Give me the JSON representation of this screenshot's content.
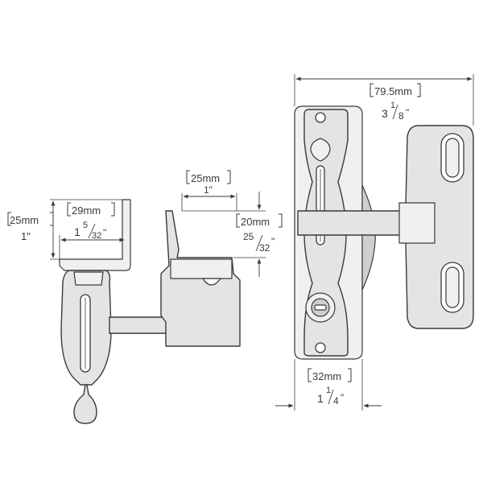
{
  "dimensions": {
    "left_height": {
      "metric": "25mm",
      "imperial": "1\""
    },
    "left_width": {
      "metric": "29mm",
      "imperial_whole": "1",
      "imperial_num": "5",
      "imperial_den": "32",
      "imperial_unit": "\""
    },
    "mid_width": {
      "metric": "25mm",
      "imperial": "1\""
    },
    "mid_height": {
      "metric": "20mm",
      "imperial_num": "25",
      "imperial_den": "32",
      "imperial_unit": "\""
    },
    "right_width": {
      "metric": "79.5mm",
      "imperial_whole": "3",
      "imperial_num": "1",
      "imperial_den": "8",
      "imperial_unit": "\""
    },
    "right_bottom": {
      "metric": "32mm",
      "imperial_whole": "1",
      "imperial_num": "1",
      "imperial_den": "4",
      "imperial_unit": "\""
    }
  },
  "colors": {
    "line": "#3a3a3a",
    "fill": "#e4e4e4",
    "background": "#ffffff"
  }
}
